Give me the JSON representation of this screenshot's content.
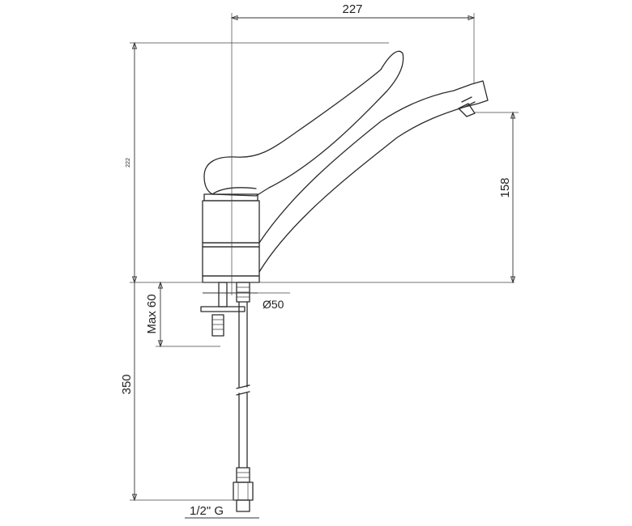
{
  "dimensions": {
    "overall_reach": "227",
    "overall_height": "222",
    "spout_height": "158",
    "max_deck_thickness": "Max 60",
    "base_diameter": "Ø50",
    "hose_length": "350",
    "connection_thread": "1/2\" G"
  }
}
